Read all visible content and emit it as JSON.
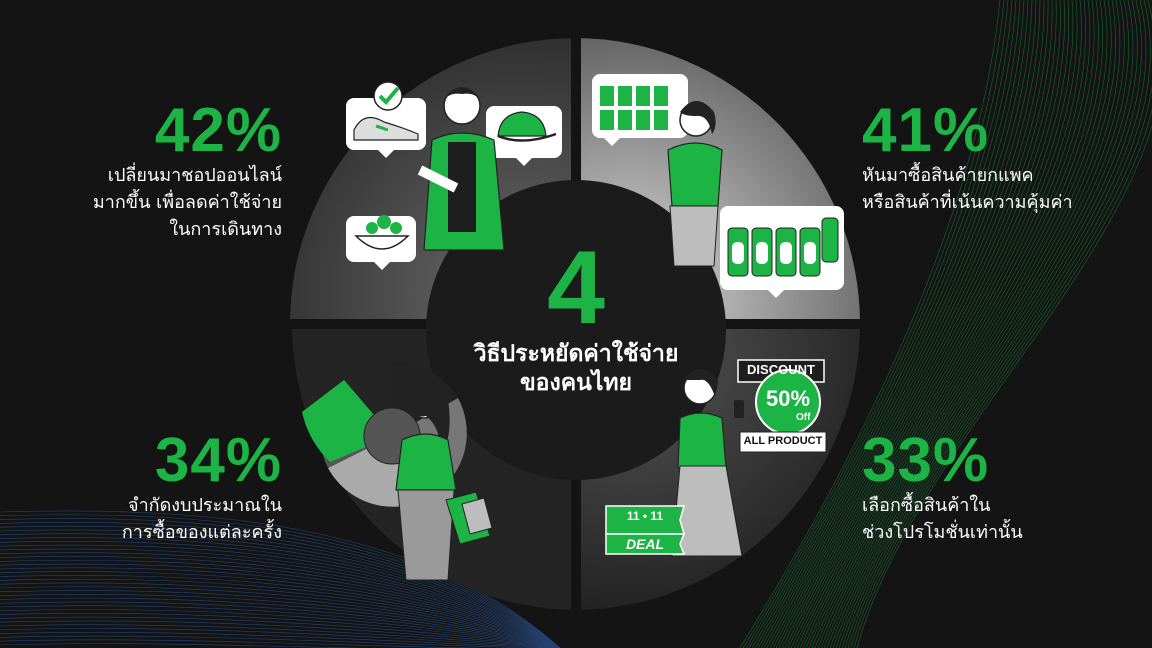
{
  "center": {
    "number": "4",
    "title_line1": "วิธีประหยัดค่าใช้จ่าย",
    "title_line2": "ของคนไทย"
  },
  "stats": [
    {
      "percent": "42%",
      "line1": "เปลี่ยนมาชอปออนไลน์",
      "line2": "มากขึ้น เพื่อลดค่าใช้จ่าย",
      "line3": "ในการเดินทาง"
    },
    {
      "percent": "41%",
      "line1": "หันมาซื้อสินค้ายกแพค",
      "line2": "หรือสินค้าที่เน้นความคุ้มค่า"
    },
    {
      "percent": "34%",
      "line1": "จำกัดงบประมาณใน",
      "line2": "การซื้อของแต่ละครั้ง"
    },
    {
      "percent": "33%",
      "line1": "เลือกซื้อสินค้าใน",
      "line2": "ช่วงโปรโมชั่นเท่านั้น"
    }
  ],
  "promo": {
    "discount_label": "DISCOUNT",
    "discount_value": "50%",
    "discount_off": "Off",
    "all_product": "ALL PRODUCT",
    "deal_date": "11 • 11",
    "deal_label": "DEAL"
  },
  "colors": {
    "accent": "#1db446",
    "background": "#141414",
    "center_circle": "#1b1b1b"
  },
  "icons": [
    "sneaker-icon",
    "check-icon",
    "cap-icon",
    "salad-bowl-icon",
    "milk-cartons-icon",
    "bottles-icon",
    "shopping-bags-icon",
    "phone-icon",
    "pie-chart-icon"
  ]
}
